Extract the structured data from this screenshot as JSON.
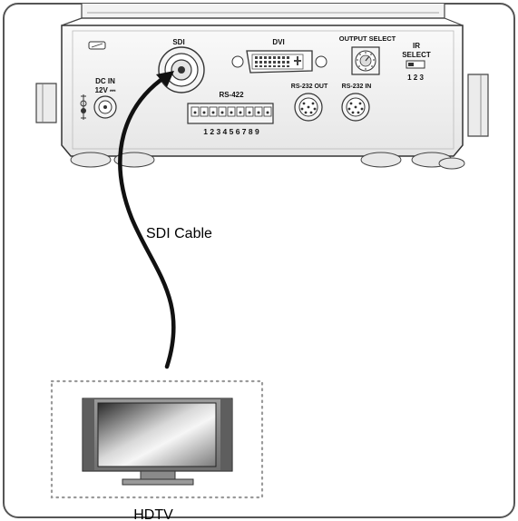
{
  "ports": {
    "sdi": "SDI",
    "dvi": "DVI",
    "output_select": "OUTPUT SELECT",
    "ir_select_1": "IR",
    "ir_select_2": "SELECT",
    "ir_numbers": "1 2 3",
    "dc_in_1": "DC IN",
    "dc_in_2": "12V ⎓",
    "rs422": "RS-422",
    "rs422_pins": "1 2 3 4 5 6 7 8 9",
    "rs232_out": "RS-232 OUT",
    "rs232_in": "RS-232 IN"
  },
  "cable_label": "SDI Cable",
  "display_label": "HDTV",
  "colors": {
    "frame": "#555555",
    "device_fill": "#f2f2f2",
    "device_line": "#333333",
    "cable": "#111111",
    "dotted_box": "#9a9a9a"
  },
  "icons": [
    "sdi-bnc-connector-icon",
    "dvi-connector-icon",
    "rotary-switch-icon",
    "toggle-switch-icon",
    "dc-jack-icon",
    "terminal-block-icon",
    "mini-din-icon",
    "hdtv-icon"
  ]
}
